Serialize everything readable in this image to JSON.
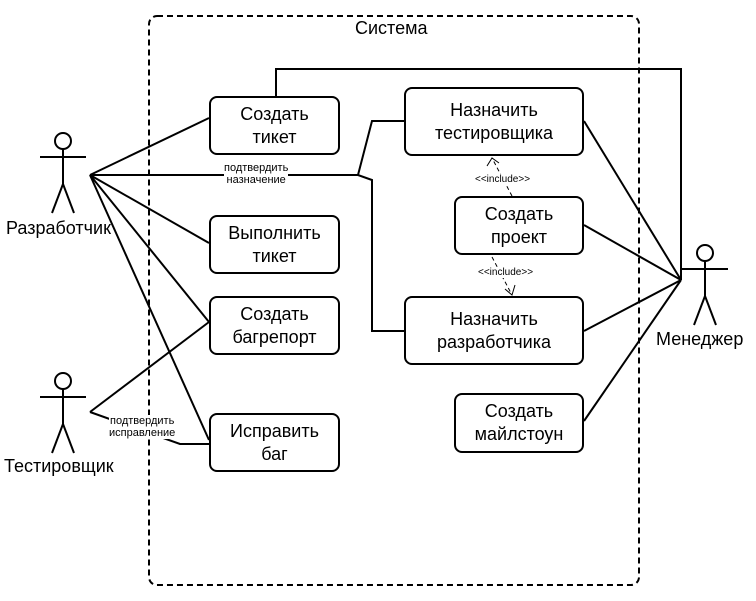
{
  "system": {
    "title": "Система"
  },
  "actors": {
    "developer": "Разработчик",
    "tester": "Тестировщик",
    "manager": "Менеджер"
  },
  "use_cases": {
    "create_ticket": "Создать\nтикет",
    "execute_ticket": "Выполнить\nтикет",
    "create_bugreport": "Создать\nбагрепорт",
    "fix_bug": "Исправить\nбаг",
    "assign_tester": "Назначить\nтестировщика",
    "create_project": "Создать\nпроект",
    "assign_developer": "Назначить\nразработчика",
    "create_milestone": "Создать\nмайлстоун"
  },
  "edge_labels": {
    "confirm_assignment": "подтвердить\nназначение",
    "confirm_fix": "подтвердить\nисправление",
    "include_top": "<<include>>",
    "include_bottom": "<<include>>"
  },
  "colors": {
    "line": "#000000",
    "background": "#ffffff"
  }
}
